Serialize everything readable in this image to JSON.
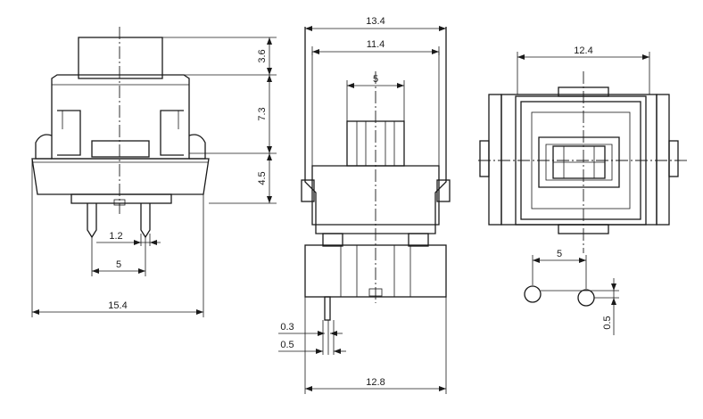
{
  "diagram": {
    "left_view": {
      "dim_total_width": "15.4",
      "dim_pin_pitch": "5",
      "dim_pin_width": "1.2",
      "dim_top_height": "3.6",
      "dim_mid_height": "7.3",
      "dim_base_height": "4.5"
    },
    "middle_view": {
      "dim_outer_width": "13.4",
      "dim_inner_width": "11.4",
      "dim_cap_width": "5",
      "dim_pin_thickness_a": "0.3",
      "dim_pin_thickness_b": "0.5",
      "dim_base_width": "12.8"
    },
    "right_view": {
      "dim_top_width": "12.4",
      "dim_hole_pitch": "5",
      "dim_hole_offset": "0.5"
    }
  }
}
